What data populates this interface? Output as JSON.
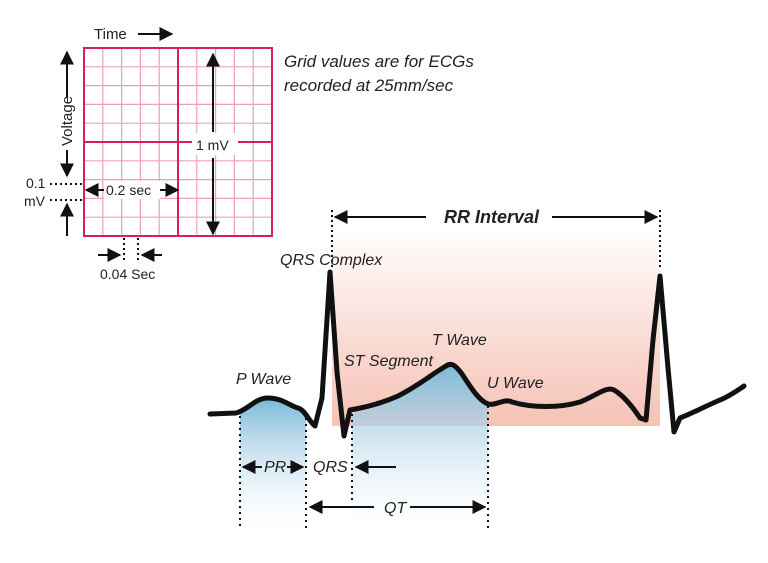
{
  "grid": {
    "time_label": "Time",
    "voltage_label": "Voltage",
    "one_mv_label": "1 mV",
    "point_two_sec_label": "0.2 sec",
    "point_one_label": "0.1",
    "mv_label": "mV",
    "point_zero_four_label": "0.04 Sec",
    "note_line1": "Grid values are for ECGs",
    "note_line2": "recorded at 25mm/sec",
    "grid_color": "#d81e5b",
    "minor_grid_color": "#eca0bd"
  },
  "ecg": {
    "rr_interval_label": "RR Interval",
    "qrs_complex_label": "QRS Complex",
    "p_wave_label": "P Wave",
    "st_segment_label": "ST Segment",
    "t_wave_label": "T Wave",
    "u_wave_label": "U Wave",
    "pr_label": "PR",
    "qrs_label": "QRS",
    "qt_label": "QT",
    "rr_fill_color": "#f6c9c0",
    "wave_fill_color": "#8fc3dd"
  }
}
